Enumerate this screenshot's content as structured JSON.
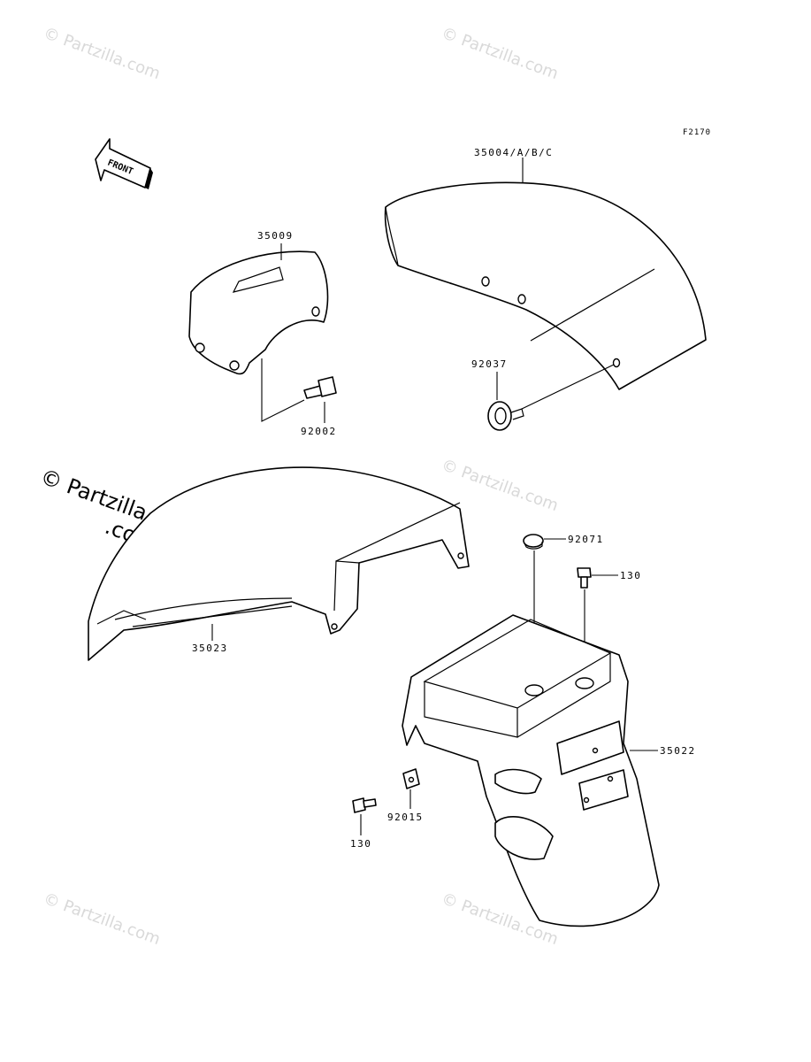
{
  "figure_code": "F2170",
  "front_arrow_label": "FRONT",
  "watermark": {
    "text": "© Partzilla.com",
    "big_text_line1": "© Partzilla",
    "big_text_line2": ".com"
  },
  "parts": [
    {
      "id": "front-fender",
      "label": "35004/A/B/C"
    },
    {
      "id": "fender-cover",
      "label": "35009"
    },
    {
      "id": "bolt-92002",
      "label": "92002"
    },
    {
      "id": "grommet-92037",
      "label": "92037"
    },
    {
      "id": "rear-fender-front",
      "label": "35023"
    },
    {
      "id": "cap-92071",
      "label": "92071"
    },
    {
      "id": "bolt-130-upper",
      "label": "130"
    },
    {
      "id": "rear-fender-rear",
      "label": "35022"
    },
    {
      "id": "nut-92015",
      "label": "92015"
    },
    {
      "id": "bolt-130-lower",
      "label": "130"
    }
  ]
}
